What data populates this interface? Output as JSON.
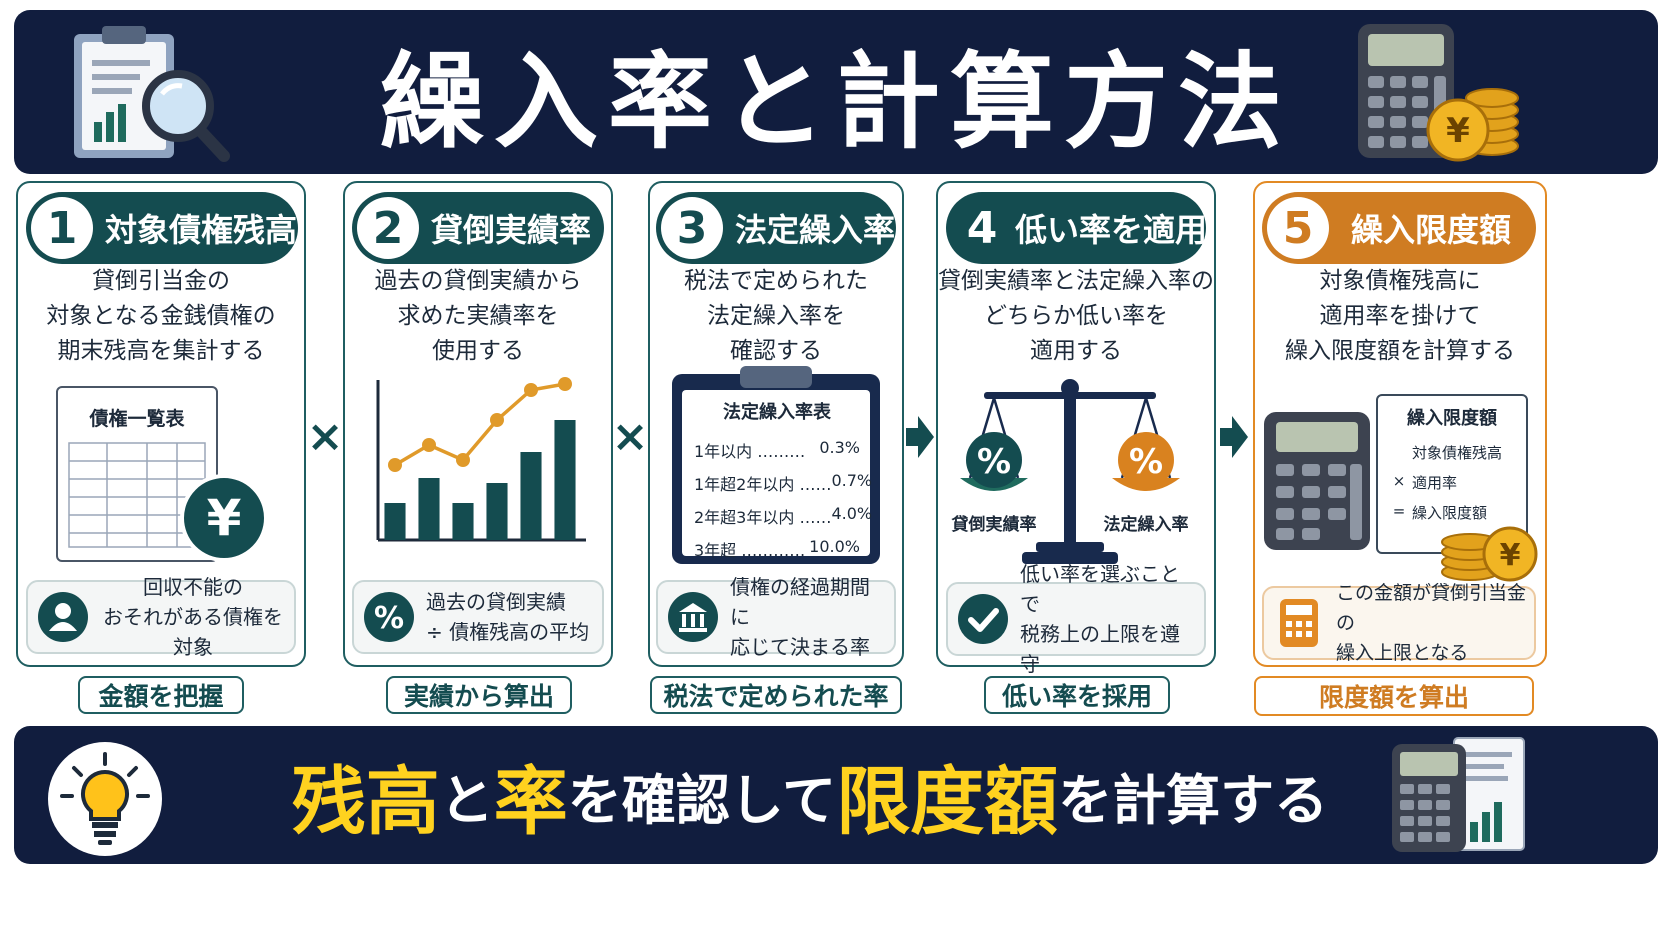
{
  "title": "繰入率と計算方法",
  "steps": [
    {
      "num": "1",
      "label": "対象債権残高",
      "desc": [
        "貸倒引当金の",
        "対象となる金銭債権の",
        "期末残高を集計する"
      ],
      "note": [
        "回収不能の",
        "おそれがある債権を対象"
      ],
      "tag": "金額を把握"
    },
    {
      "num": "2",
      "label": "貸倒実績率",
      "desc": [
        "過去の貸倒実績から",
        "求めた実績率を",
        "使用する"
      ],
      "note": [
        "過去の貸倒実績",
        "÷ 債権残高の平均"
      ],
      "tag": "実績から算出"
    },
    {
      "num": "3",
      "label": "法定繰入率",
      "desc": [
        "税法で定められた",
        "法定繰入率を",
        "確認する"
      ],
      "note": [
        "債権の経過期間に",
        "応じて決まる率"
      ],
      "tag": "税法で定められた率"
    },
    {
      "num": "4",
      "label": "低い率を適用",
      "desc": [
        "貸倒実績率と法定繰入率の",
        "どちらか低い率を",
        "適用する"
      ],
      "note": [
        "低い率を選ぶことで",
        "税務上の上限を遵守"
      ],
      "tag": "低い率を採用"
    },
    {
      "num": "5",
      "label": "繰入限度額",
      "desc": [
        "対象債権残高に",
        "適用率を掛けて",
        "繰入限度額を計算する"
      ],
      "note": [
        "この金額が貸倒引当金の",
        "繰入上限となる"
      ],
      "tag": "限度額を算出"
    }
  ],
  "operators": [
    "×",
    "×"
  ],
  "illus": {
    "list_title": "債権一覧表",
    "yen": "¥",
    "rate_table": {
      "title": "法定繰入率表",
      "rows": [
        {
          "label": "1年以内",
          "dots": "………",
          "value": "0.3%"
        },
        {
          "label": "1年超2年以内",
          "dots": "……",
          "value": "0.7%"
        },
        {
          "label": "2年超3年以内",
          "dots": "……",
          "value": "4.0%"
        },
        {
          "label": "3年超",
          "dots": "…………",
          "value": "10.0%"
        }
      ]
    },
    "scale": {
      "left_label": "貸倒実績率",
      "right_label": "法定繰入率",
      "symbol": "%"
    },
    "limit_doc": {
      "title": "繰入限度額",
      "rows": [
        {
          "op": "",
          "text": "対象債権残高"
        },
        {
          "op": "×",
          "text": "適用率"
        },
        {
          "op": "=",
          "text": "繰入限度額"
        }
      ]
    }
  },
  "bottom": [
    {
      "text": "残高",
      "hl": true
    },
    {
      "text": "と",
      "hl": false
    },
    {
      "text": "率",
      "hl": true
    },
    {
      "text": "を確認して",
      "hl": false
    },
    {
      "text": "限度額",
      "hl": true
    },
    {
      "text": "を計算する",
      "hl": false
    }
  ],
  "chart_data": {
    "type": "bar",
    "categories": [
      "1",
      "2",
      "3",
      "4",
      "5",
      "6"
    ],
    "series": [
      {
        "values": [
          37,
          62,
          37,
          57,
          88,
          120
        ]
      },
      {
        "type": "line",
        "values": [
          75,
          95,
          80,
          120,
          150,
          156
        ]
      }
    ],
    "ylim": [
      0,
      160
    ]
  },
  "colors": {
    "navy": "#111d3e",
    "teal": "#144c50",
    "orange": "#cf7c22",
    "yellow": "#ffd21f"
  }
}
